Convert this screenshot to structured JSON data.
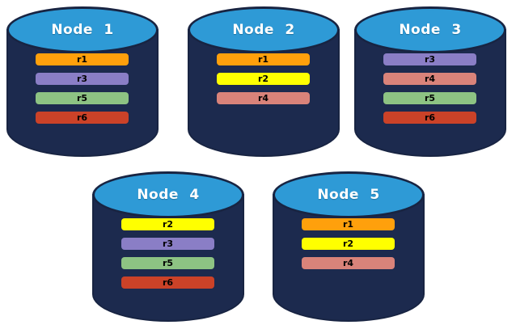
{
  "diagram": {
    "description": "Five database nodes holding replicated partitions",
    "background": "#ffffff"
  },
  "colors": {
    "cylinder_body": "#1C2A4E",
    "cylinder_top": "#2E9AD6",
    "cylinder_outline": "#182442",
    "title_text": "#FFFFFF",
    "bar_text": "#000000"
  },
  "replica_colors": {
    "r1": "#FFA00C",
    "r2": "#FFFF00",
    "r3": "#8A7EC6",
    "r4": "#D9837A",
    "r5": "#8DC383",
    "r6": "#CB4228"
  },
  "nodes": [
    {
      "label": "Node 1",
      "replicas": [
        "r1",
        "r3",
        "r5",
        "r6"
      ]
    },
    {
      "label": "Node 2",
      "replicas": [
        "r1",
        "r2",
        "r4"
      ]
    },
    {
      "label": "Node 3",
      "replicas": [
        "r3",
        "r4",
        "r5",
        "r6"
      ]
    },
    {
      "label": "Node 4",
      "replicas": [
        "r2",
        "r3",
        "r5",
        "r6"
      ]
    },
    {
      "label": "Node 5",
      "replicas": [
        "r1",
        "r2",
        "r4"
      ]
    }
  ]
}
